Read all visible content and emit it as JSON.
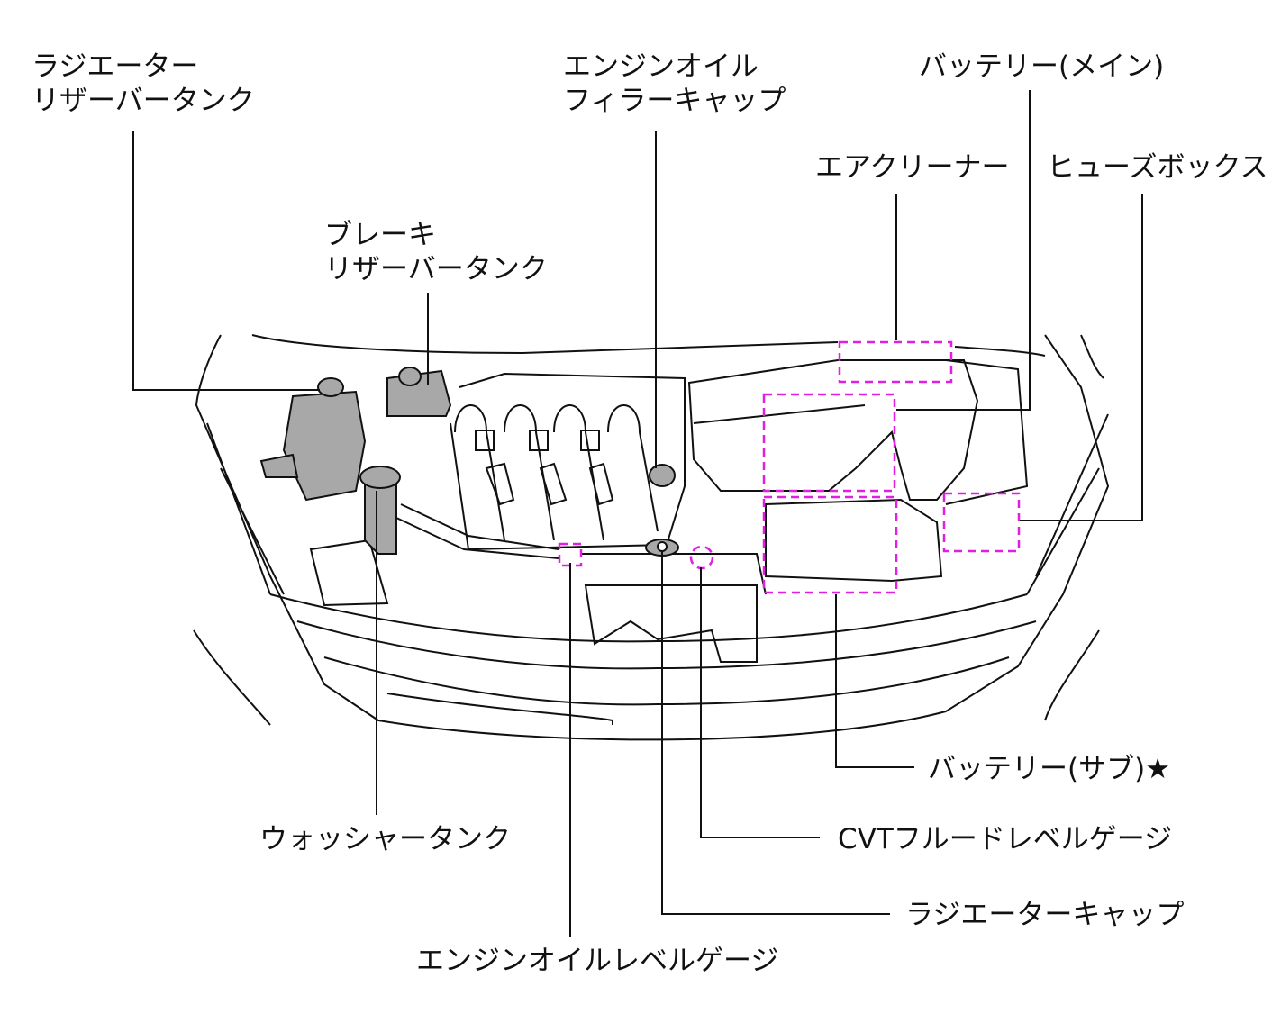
{
  "labels": {
    "radiator_reserve_tank": [
      "ラジエーター",
      "リザーバータンク"
    ],
    "brake_reserve_tank": [
      "ブレーキ",
      "リザーバータンク"
    ],
    "engine_oil_filler_cap": [
      "エンジンオイル",
      "フィラーキャップ"
    ],
    "battery_main": "バッテリー(メイン)",
    "air_cleaner": "エアクリーナー",
    "fuse_box": "ヒューズボックス",
    "battery_sub": "バッテリー(サブ)★",
    "washer_tank": "ウォッシャータンク",
    "cvt_fluid_level_gauge": "CVTフルードレベルゲージ",
    "radiator_cap": "ラジエーターキャップ",
    "engine_oil_level_gauge": "エンジンオイルレベルゲージ"
  },
  "colors": {
    "highlight": "#e020e0",
    "line": "#111111",
    "component_fill": "#a8a8a8"
  }
}
